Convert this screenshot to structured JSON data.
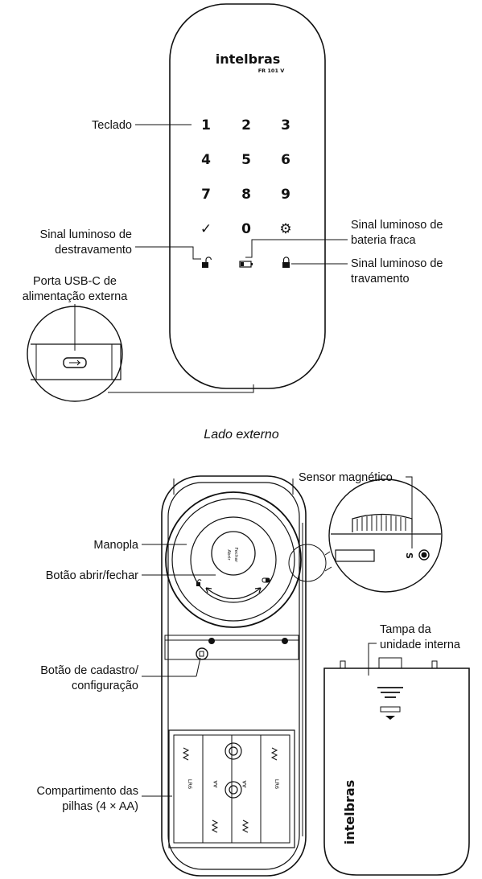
{
  "brand": {
    "name": "intelbras",
    "model": "FR 101 V"
  },
  "keypad": {
    "keys": [
      "1",
      "2",
      "3",
      "4",
      "5",
      "6",
      "7",
      "8",
      "9",
      "✓",
      "0",
      "⚙"
    ]
  },
  "labels": {
    "teclado": "Teclado",
    "destravamento_l1": "Sinal luminoso de",
    "destravamento_l2": "destravamento",
    "bateria_l1": "Sinal luminoso de",
    "bateria_l2": "bateria fraca",
    "travamento_l1": "Sinal luminoso de",
    "travamento_l2": "travamento",
    "usb_l1": "Porta USB-C de",
    "usb_l2": "alimentação externa",
    "lado_externo": "Lado externo",
    "sensor": "Sensor magnético",
    "manopla": "Manopla",
    "botao_abrir": "Botão abrir/fechar",
    "cadastro_l1": "Botão de cadastro/",
    "cadastro_l2": "configuração",
    "pilhas_l1": "Compartimento das",
    "pilhas_l2": "pilhas (4 × AA)",
    "tampa_l1": "Tampa da",
    "tampa_l2": "unidade interna"
  },
  "knob_text": {
    "abrir": "Abrir",
    "fechar": "Fechar"
  },
  "battery_text": {
    "aa": "AA",
    "lr6": "LR6"
  },
  "sensor_mark": "S"
}
